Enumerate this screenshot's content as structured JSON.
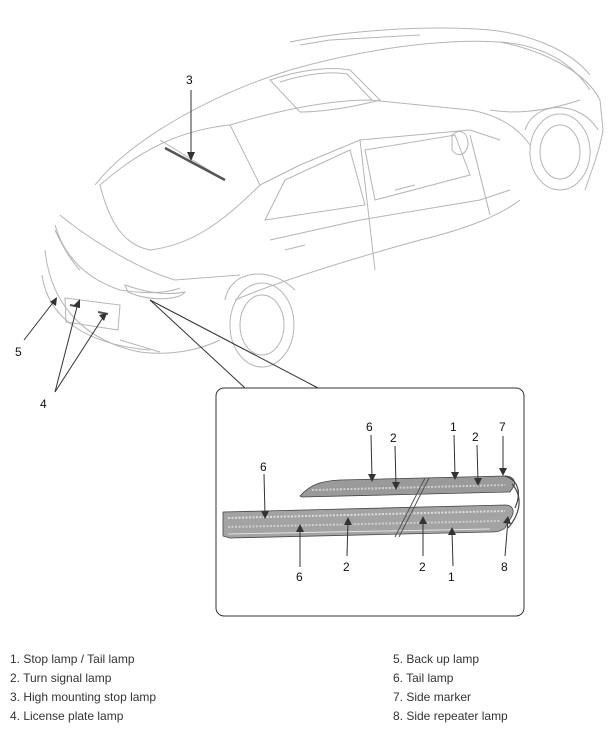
{
  "callouts": {
    "car": {
      "c3": "3",
      "c5": "5",
      "c4": "4"
    },
    "detail": {
      "top_6": "6",
      "top_2a": "2",
      "top_1": "1",
      "top_2b": "2",
      "top_7": "7",
      "left_6": "6",
      "bot_6": "6",
      "bot_2a": "2",
      "bot_2b": "2",
      "bot_1": "1",
      "bot_8": "8"
    }
  },
  "legend": {
    "left": [
      "1. Stop lamp / Tail lamp",
      "2. Turn signal lamp",
      "3. High mounting stop lamp",
      "4. License plate lamp"
    ],
    "right": [
      "5. Back up lamp",
      "6. Tail lamp",
      "7. Side marker",
      "8. Side repeater lamp"
    ]
  },
  "colors": {
    "line": "#b5b5b5",
    "dark": "#333333",
    "lamp": "#8a8a8a"
  }
}
